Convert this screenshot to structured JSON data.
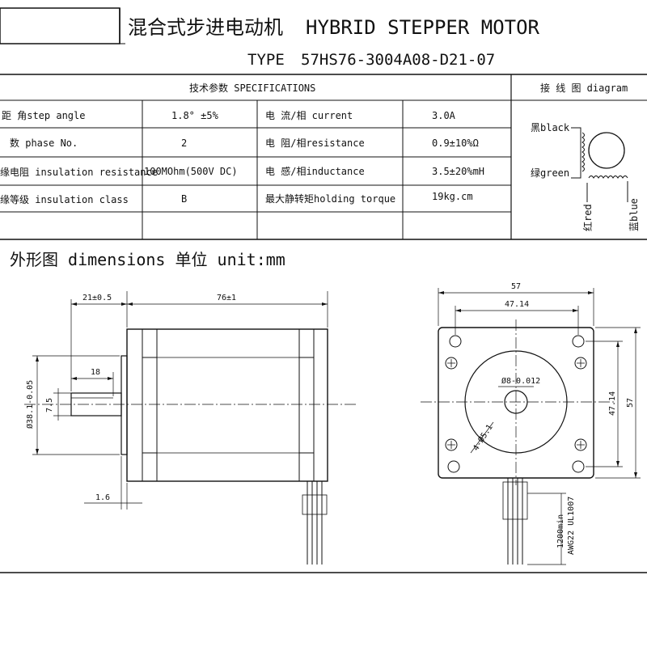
{
  "title_cn": "混合式步进电动机",
  "title_en": "HYBRID STEPPER MOTOR",
  "type_label": "TYPE",
  "type_value": "57HS76-3004A08-D21-07",
  "spec_header": "技术参数 SPECIFICATIONS",
  "diagram_header": "接 线 图 diagram",
  "specs": [
    {
      "label": "距 角step angle",
      "value": "1.8° ±5%",
      "label2": "电 流/相 current",
      "value2": "3.0A"
    },
    {
      "label": "数 phase No.",
      "value": "2",
      "label2": "电 阻/相resistance",
      "value2": "0.9±10%Ω"
    },
    {
      "label": "缘电阻 insulation resistance",
      "value": "100MOhm(500V DC)",
      "label2": "电 感/相inductance",
      "value2": "3.5±20%mH"
    },
    {
      "label": "缘等级 insulation class",
      "value": "B",
      "label2": "最大静转矩holding torque",
      "value2": "19kg.cm"
    }
  ],
  "wiring": {
    "black": "黑black",
    "green": "绿green",
    "red": "红red",
    "blue": "蓝blue"
  },
  "dimensions_title": "外形图 dimensions  单位 unit:mm",
  "dims_side": {
    "shaft_len": "21±0.5",
    "body_len": "76±1",
    "flat_len": "18",
    "flat": "7.5",
    "shaft_dia": "Ø38.1-0.05",
    "flange_thk": "1.6"
  },
  "dims_front": {
    "outer": "57",
    "hole_spacing": "47.14",
    "hole_spacing_v": "47.14",
    "outer_v": "57",
    "shaft_dia": "Ø8-0.012",
    "holes": "4-Ø5.1",
    "lead_len": "1200min",
    "lead_spec": "AWG22 UL1007"
  }
}
